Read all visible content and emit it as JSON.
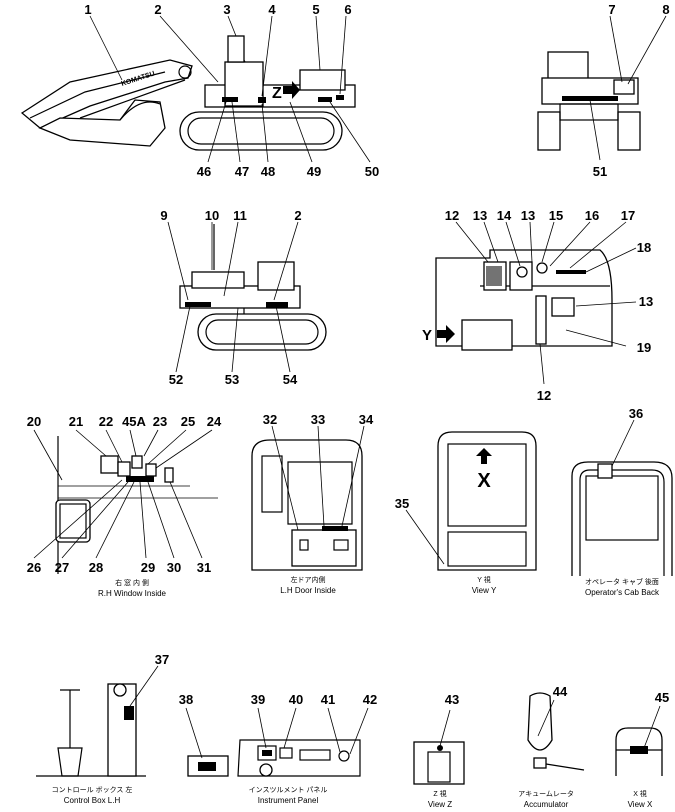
{
  "callouts": [
    "1",
    "2",
    "3",
    "4",
    "5",
    "6",
    "7",
    "8",
    "46",
    "47",
    "48",
    "49",
    "50",
    "51",
    "9",
    "10",
    "11",
    "2",
    "52",
    "53",
    "54",
    "12",
    "13",
    "14",
    "13",
    "15",
    "16",
    "17",
    "18",
    "13",
    "19",
    "12",
    "20",
    "21",
    "22",
    "45A",
    "23",
    "25",
    "24",
    "26",
    "27",
    "28",
    "29",
    "30",
    "31",
    "32",
    "33",
    "34",
    "35",
    "36",
    "37",
    "38",
    "39",
    "40",
    "41",
    "42",
    "43",
    "44",
    "45"
  ],
  "labels": {
    "z_arrow": "Z",
    "y_arrow": "Y",
    "x_arrow": "X",
    "boom_brand": "KOMATSU"
  },
  "captions": {
    "rh_window_jp": "右 窓 内 側",
    "rh_window": "R.H Window Inside",
    "lh_door_jp": "左ドア内側",
    "lh_door": "L.H Door Inside",
    "view_y_jp": "Y 視",
    "view_y": "View Y",
    "cab_back_jp": "オペレータ キャブ 後面",
    "cab_back": "Operator's Cab Back",
    "control_box_jp": "コントロール ボックス 左",
    "control_box": "Control Box L.H",
    "instrument_jp": "インスツルメント パネル",
    "instrument": "Instrument Panel",
    "view_z_jp": "Z 視",
    "view_z": "View Z",
    "accumulator_jp": "アキュームレータ",
    "accumulator": "Accumulator",
    "view_x_jp": "X 視",
    "view_x": "View X"
  },
  "colors": {
    "ink": "#000000",
    "paper": "#ffffff"
  }
}
